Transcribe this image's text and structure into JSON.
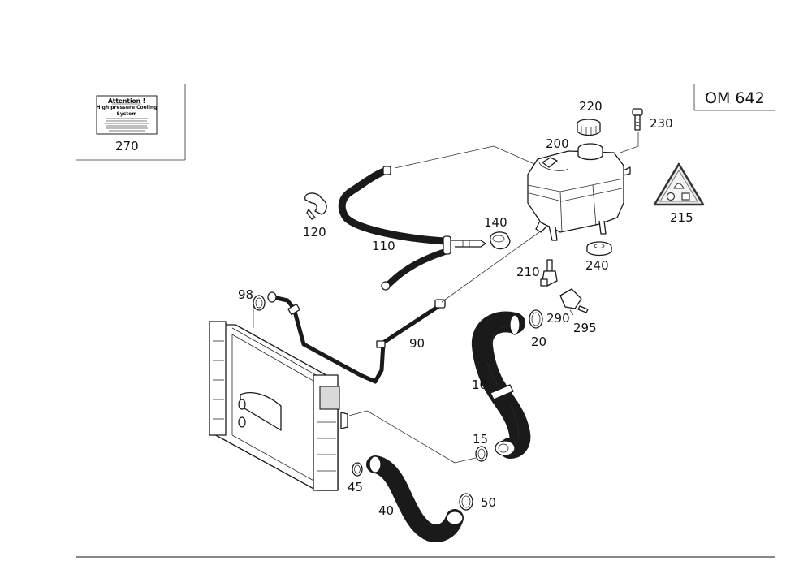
{
  "engine_code": "OM 642",
  "warning_label": {
    "title": "Attention !",
    "line1": "High pressure Cooling",
    "line2": "System"
  },
  "callouts": [
    {
      "id": "c270",
      "text": "270"
    },
    {
      "id": "c220",
      "text": "220"
    },
    {
      "id": "c230",
      "text": "230"
    },
    {
      "id": "c200",
      "text": "200"
    },
    {
      "id": "c120",
      "text": "120"
    },
    {
      "id": "c140",
      "text": "140"
    },
    {
      "id": "c110",
      "text": "110"
    },
    {
      "id": "c215",
      "text": "215"
    },
    {
      "id": "c240",
      "text": "240"
    },
    {
      "id": "c210",
      "text": "210"
    },
    {
      "id": "c98",
      "text": "98"
    },
    {
      "id": "c290",
      "text": "290"
    },
    {
      "id": "c295",
      "text": "295"
    },
    {
      "id": "c20",
      "text": "20"
    },
    {
      "id": "c90",
      "text": "90"
    },
    {
      "id": "c10",
      "text": "10"
    },
    {
      "id": "c15",
      "text": "15"
    },
    {
      "id": "c45",
      "text": "45"
    },
    {
      "id": "c50",
      "text": "50"
    },
    {
      "id": "c40",
      "text": "40"
    }
  ]
}
